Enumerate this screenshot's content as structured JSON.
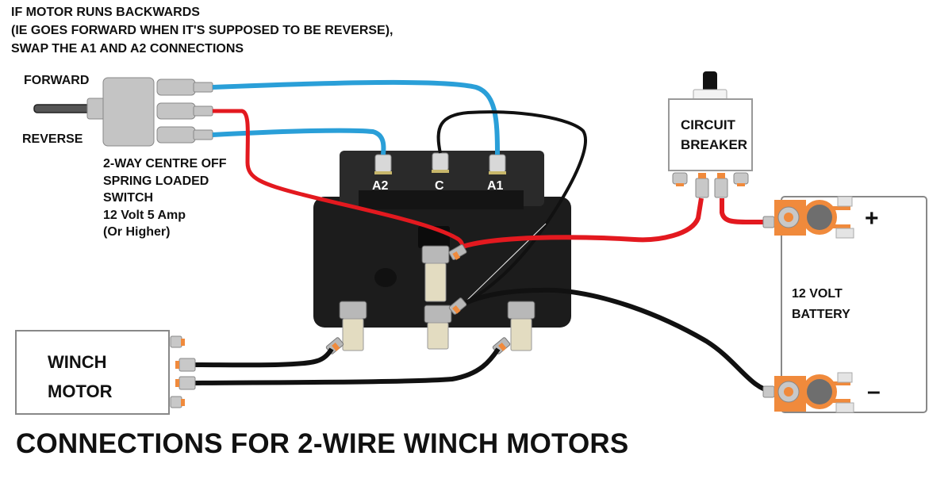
{
  "note": {
    "lines": [
      "IF MOTOR RUNS BACKWARDS",
      "(IE GOES FORWARD WHEN IT'S SUPPOSED TO BE REVERSE),",
      "SWAP THE A1 AND A2 CONNECTIONS"
    ]
  },
  "switch": {
    "forward_label": "FORWARD",
    "reverse_label": "REVERSE",
    "description": [
      "2-WAY CENTRE OFF",
      "SPRING LOADED",
      "SWITCH",
      "12 Volt 5 Amp",
      " (Or Higher)"
    ]
  },
  "solenoid": {
    "terminals": [
      "A2",
      "C",
      "A1"
    ]
  },
  "circuit_breaker": {
    "label_lines": [
      "CIRCUIT",
      "BREAKER"
    ]
  },
  "battery": {
    "label_lines": [
      "12 VOLT",
      "BATTERY"
    ],
    "positive_symbol": "+",
    "negative_symbol": "–"
  },
  "motor": {
    "label_lines": [
      "WINCH",
      "MOTOR"
    ]
  },
  "title": "CONNECTIONS FOR 2-WIRE WINCH MOTORS",
  "colors": {
    "blue_wire": "#2a9fd8",
    "red_wire": "#e3191f",
    "black_wire": "#111111",
    "terminal_orange": "#f08a3c",
    "connector_grey": "#b8b8b8",
    "solenoid_body": "#1c1c1c"
  }
}
